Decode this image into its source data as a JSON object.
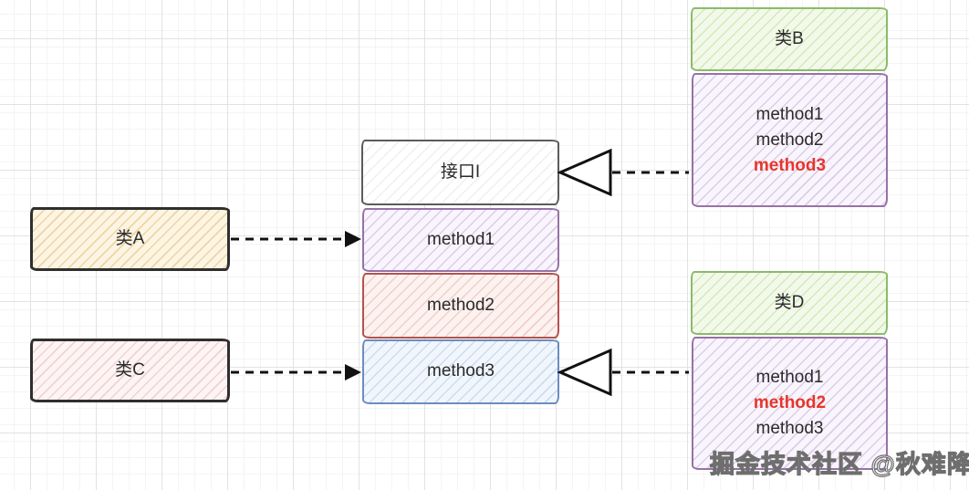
{
  "diagram": {
    "interface": {
      "label": "接口I",
      "methods": [
        "method1",
        "method2",
        "method3"
      ]
    },
    "class_a": {
      "label": "类A"
    },
    "class_b": {
      "label": "类B",
      "methods": [
        {
          "label": "method1",
          "highlighted": false
        },
        {
          "label": "method2",
          "highlighted": false
        },
        {
          "label": "method3",
          "highlighted": true
        }
      ]
    },
    "class_c": {
      "label": "类C"
    },
    "class_d": {
      "label": "类D",
      "methods": [
        {
          "label": "method1",
          "highlighted": false
        },
        {
          "label": "method2",
          "highlighted": true
        },
        {
          "label": "method3",
          "highlighted": false
        }
      ]
    },
    "relations": [
      {
        "from": "类A",
        "to": "method1",
        "type": "dashed-arrow"
      },
      {
        "from": "类C",
        "to": "method3",
        "type": "dashed-arrow"
      },
      {
        "from": "类B",
        "to": "接口I",
        "type": "dashed-realization"
      },
      {
        "from": "类D",
        "to": "method3",
        "type": "dashed-realization"
      }
    ]
  },
  "colors": {
    "highlight_text": "#e8352b",
    "green_border": "#8bbb6a",
    "purple_border": "#9673a6",
    "red_border": "#b5524e",
    "blue_border": "#6c8ebf",
    "dark_border": "#2f2f2f",
    "gray_border": "#5b5b5b",
    "connector": "#111111"
  },
  "watermark": {
    "text": "掘金技术社区 @秋难降"
  }
}
